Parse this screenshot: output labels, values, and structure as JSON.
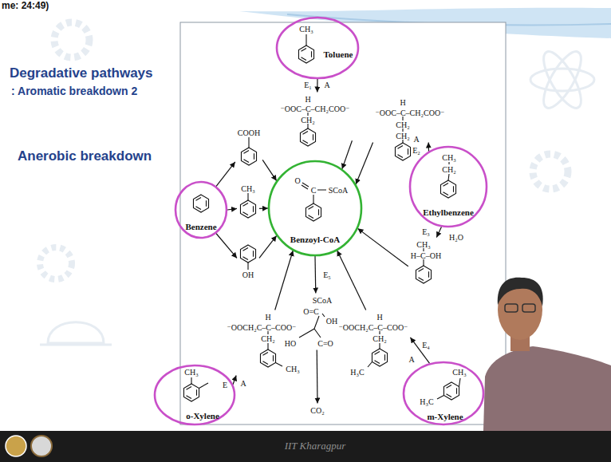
{
  "diagram": {
    "title": "Degradative pathways",
    "nodes": [
      {
        "text": [
          "CH₃",
          "Toluene"
        ]
      },
      {
        "text": [
          "H",
          "⁻OOC–C–CH₂COO⁻",
          "CH₂"
        ]
      },
      {
        "text": [
          "H",
          "⁻OOC–C–CH₂COO⁻",
          "CH₂",
          "CH₂"
        ]
      },
      {
        "text": [
          "COOH"
        ]
      },
      {
        "text": [
          "CH₃",
          "CH₂",
          "Ethylbenzene"
        ]
      },
      {
        "text": [
          "Benzene"
        ]
      },
      {
        "text": [
          "CH₃"
        ]
      },
      {
        "text": [
          "O",
          "C",
          "SCoA",
          "Benzoyl-CoA"
        ]
      },
      {
        "text": [
          "CH₃",
          "H–C–OH"
        ]
      },
      {
        "text": [
          "OH"
        ]
      },
      {
        "text": [
          "SCoA",
          "O=C",
          "OH",
          "HO",
          "C=O"
        ]
      },
      {
        "text": [
          "H",
          "⁻OOCH₂C–C–COO⁻",
          "CH₂",
          "CH₃"
        ]
      },
      {
        "text": [
          "H",
          "⁻OOCH₂C–C–COO⁻",
          "CH₂",
          "H₃C"
        ]
      },
      {
        "text": [
          "CH₃",
          "o-Xylene"
        ]
      },
      {
        "text": [
          "CH₃",
          "H₃C",
          "m-Xylene"
        ]
      },
      {
        "text": [
          "CO₂"
        ]
      }
    ],
    "edges": [
      {
        "from": 0,
        "to": 1,
        "arrow": "to"
      },
      {
        "from": 1,
        "to": 7,
        "arrow": "to"
      },
      {
        "from": 5,
        "to": 3,
        "arrow": "to"
      },
      {
        "from": 5,
        "to": 6,
        "arrow": "to"
      },
      {
        "from": 5,
        "to": 9,
        "arrow": "to"
      },
      {
        "from": 3,
        "to": 7,
        "arrow": "to"
      },
      {
        "from": 6,
        "to": 7,
        "arrow": "to"
      },
      {
        "from": 9,
        "to": 7,
        "arrow": "to"
      },
      {
        "from": 4,
        "to": 2,
        "arrow": "to"
      },
      {
        "from": 2,
        "to": 7,
        "arrow": "to"
      },
      {
        "from": 4,
        "to": 8,
        "arrow": "to"
      },
      {
        "from": 8,
        "to": 7,
        "arrow": "to"
      },
      {
        "from": 13,
        "to": 11,
        "arrow": "to"
      },
      {
        "from": 11,
        "to": 7,
        "arrow": "to"
      },
      {
        "from": 14,
        "to": 12,
        "arrow": "to"
      },
      {
        "from": 12,
        "to": 7,
        "arrow": "to"
      },
      {
        "from": 7,
        "to": 10,
        "arrow": "to"
      },
      {
        "from": 10,
        "to": 15,
        "arrow": "to"
      }
    ],
    "labels": [
      "me: 24:49)",
      ": Aromatic breakdown 2",
      "Anerobic breakdown",
      "E₁",
      "A",
      "A",
      "E₂",
      "E₃",
      "H₂O",
      "E₅",
      "E",
      "A",
      "A",
      "E₄",
      "IIT Kharagpur"
    ]
  }
}
